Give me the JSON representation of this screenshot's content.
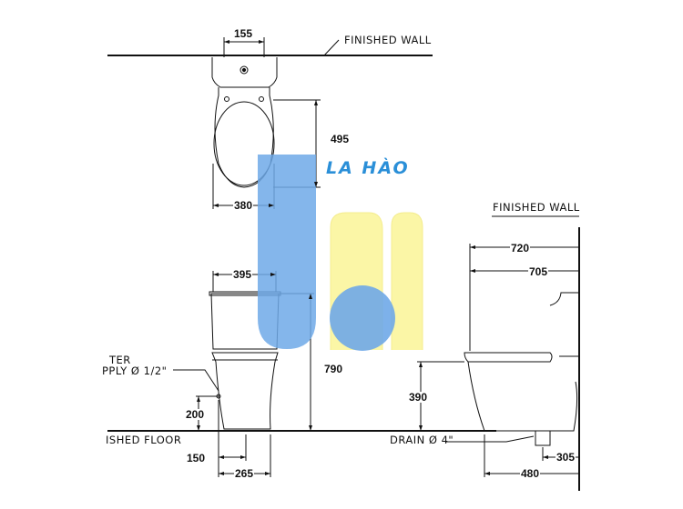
{
  "labels": {
    "finished_wall_top": "FINISHED WALL",
    "finished_wall_right": "FINISHED WALL",
    "water_supply_line1": "TER",
    "water_supply_line2": "PPLY Ø 1/2\"",
    "finished_floor": "ISHED FLOOR",
    "drain": "DRAIN Ø 4\""
  },
  "dimensions": {
    "tank_width": "155",
    "bowl_depth": "495",
    "bowl_width": "380",
    "tank_top_width": "395",
    "total_height": "790",
    "supply_height": "200",
    "supply_offset": "150",
    "drain_offset_front": "265",
    "overall_depth": "720",
    "body_depth": "705",
    "seat_height": "390",
    "base_depth": "480",
    "drain_centre": "305"
  },
  "watermark": {
    "text": "LA HÀO",
    "colors": {
      "blue": "#6fa9e8",
      "yellow": "#fbf6a6",
      "text": "#2a8fd8"
    }
  }
}
